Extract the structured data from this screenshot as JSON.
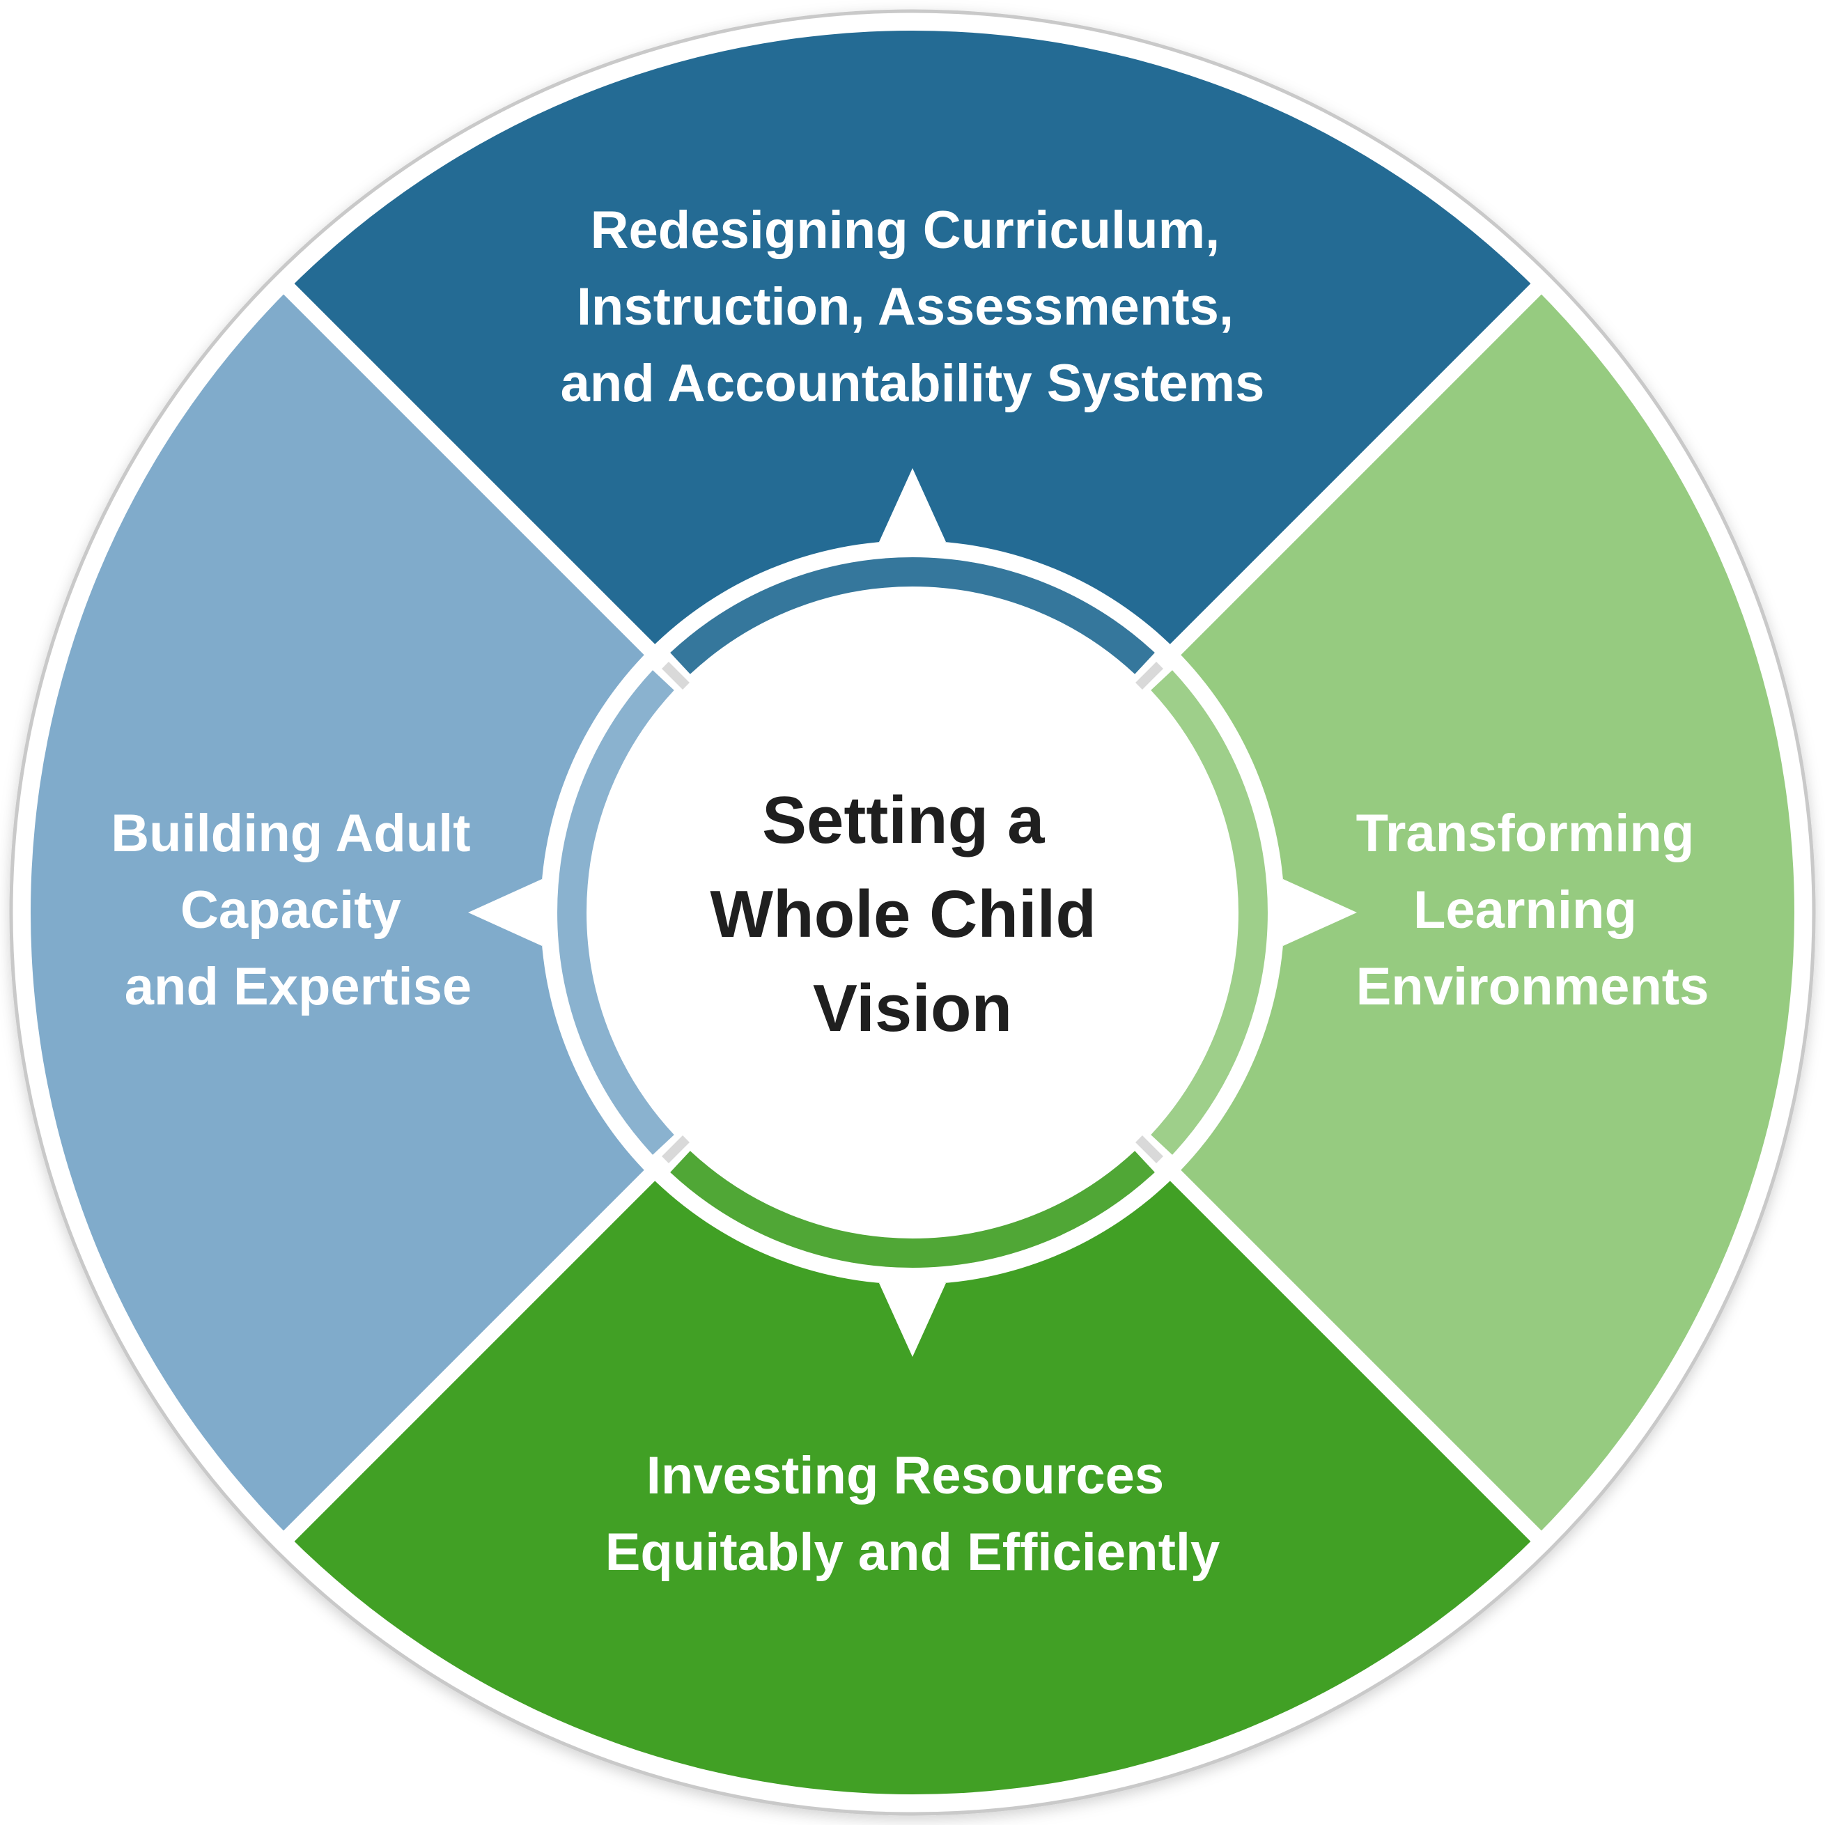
{
  "center": {
    "lines": [
      "Setting a",
      "Whole Child",
      "Vision"
    ]
  },
  "quadrants": {
    "top": {
      "lines": [
        "Redesigning Curriculum,",
        "Instruction, Assessments,",
        "and Accountability Systems"
      ],
      "color": "#246b94"
    },
    "right": {
      "lines": [
        "Transforming",
        "Learning",
        "Environments"
      ],
      "color": "#96cb80"
    },
    "bottom": {
      "lines": [
        "Investing Resources",
        "Equitably and Efficiently"
      ],
      "color": "#41a025"
    },
    "left": {
      "lines": [
        "Building Adult",
        "Capacity",
        "and Expertise"
      ],
      "color": "#80abcb"
    }
  },
  "colors": {
    "outline": "#c9c9c9",
    "separator": "#ffffff",
    "center_fill": "#ffffff",
    "text_light": "#ffffff",
    "text_dark": "#1f1f1f"
  }
}
